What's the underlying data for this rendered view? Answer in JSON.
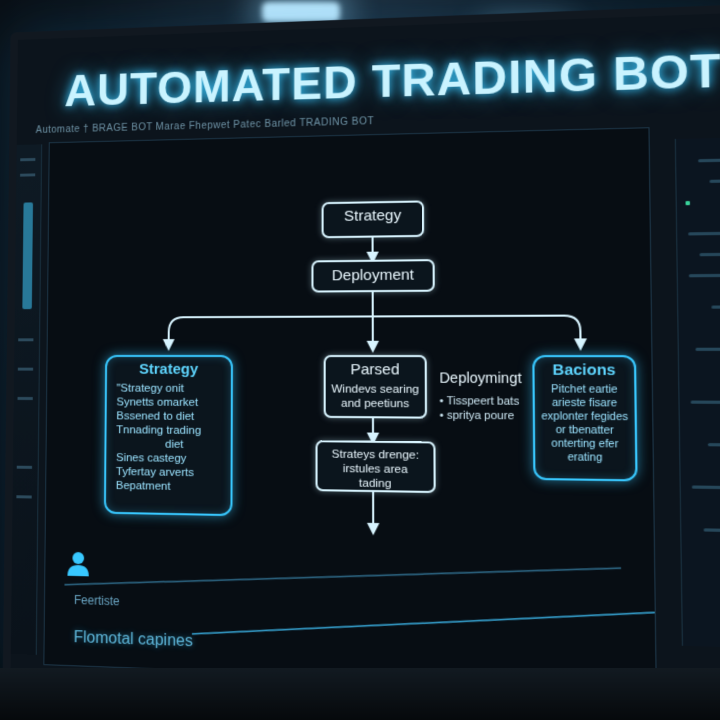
{
  "title": "AUTOMATED TRADING BOT",
  "menubar": "Automate  †  BRAGE BOT   Marae   Fhepwet   Patec  Barled  TRADING BOT",
  "colors": {
    "accent": "#38c8ff",
    "node_border": "#d8f4ff",
    "background": "#070d13"
  },
  "flow": {
    "strategy_top": "Strategy",
    "deployment": "Deployment",
    "left_box": {
      "title": "Strategy",
      "lines": [
        "\"Strategy onit",
        "Synetts omarket",
        "Bssened to diet",
        "Tnnading trading",
        "diet",
        "Sines castegy",
        "Tyfertay arverts",
        "Bepatment"
      ]
    },
    "parsed_box": {
      "title": "Parsed",
      "lines": [
        "Windevs searing",
        "and peetiuns"
      ]
    },
    "deployment_label": "Deploymingt",
    "deployment_list": [
      "• Tisspeert bats",
      "• spritya poure"
    ],
    "right_box": {
      "title": "Bacions",
      "lines": [
        "Pitchet eartie",
        "arieste fisare",
        "explonter fegides",
        "or tbenatter",
        "onterting efer",
        "erating"
      ]
    },
    "bottom_box": {
      "lines": [
        "Strateys drenge:",
        "irstules area",
        "tading"
      ]
    }
  },
  "footer": {
    "small_label": "Feertiste",
    "large_label": "Flomotal capines"
  },
  "icons": {
    "user": "user-icon"
  }
}
